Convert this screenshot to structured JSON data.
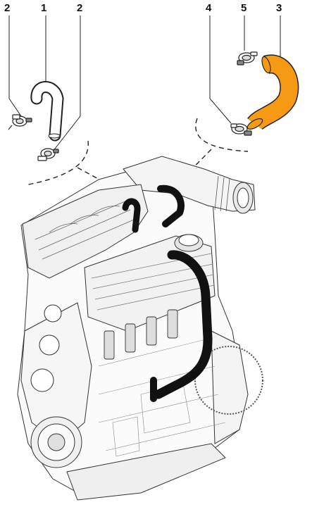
{
  "callouts": {
    "hose_1": "1",
    "clamp_2_left": "2",
    "clamp_2_right": "2",
    "hose_3": "3",
    "clamp_4": "4",
    "clamp_5": "5"
  },
  "colors": {
    "highlight_hose": "#f59a12",
    "hose": "#111111",
    "line_art": "#2a2a2a"
  },
  "icons": {
    "engine": "engine-line-drawing",
    "hose": "bent-rubber-hose",
    "clamp": "spring-hose-clamp"
  }
}
